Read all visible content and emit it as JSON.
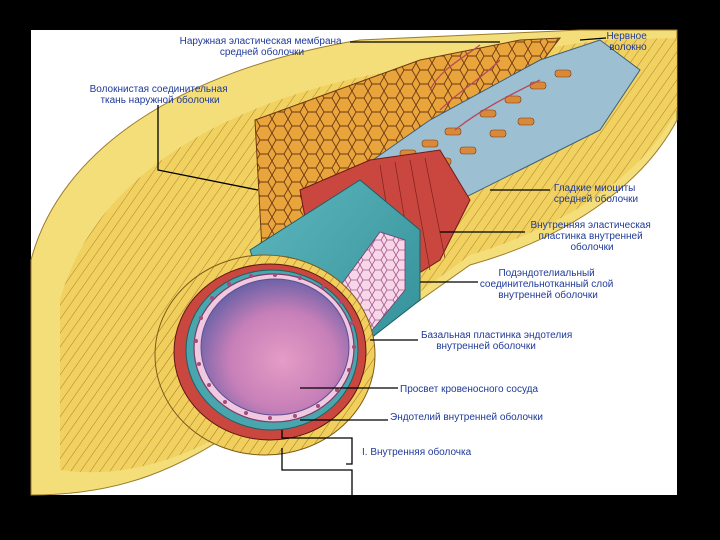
{
  "labels": {
    "outer_elastic_membrane": [
      "Наружная эластическая мембрана",
      "средней оболочки"
    ],
    "nerve_fiber": [
      "Нервное",
      "волокно"
    ],
    "fibrous_connective": [
      "Волокнистая соединительная",
      "ткань наружной оболочки"
    ],
    "smooth_myocytes": [
      "Гладкие миоциты",
      "средней оболочки"
    ],
    "internal_elastic_lamina": [
      "Внутренняя эластическая",
      "пластинка внутренней",
      "оболочки"
    ],
    "subendothelial_layer": [
      "Подэндотелиальный",
      "соединительнотканный слой",
      "внутренней оболочки"
    ],
    "basal_lamina": [
      "Базальная пластинка эндотелия",
      "внутренней оболочки"
    ],
    "vessel_lumen": "Просвет кровеносного сосуда",
    "endothelium": "Эндотелий внутренней оболочки",
    "tunica_intima": "I. Внутренняя оболочка"
  },
  "colors": {
    "background": "#000000",
    "panel": "#ffffff",
    "label_text": "#1f3a9a",
    "intima_label": "#b8262e",
    "adventitia": "#f2dc72",
    "media_orange": "#e8a23a",
    "elastic_blue": "#8fb3c8",
    "lumen_pink": "#c77fb8",
    "lumen_purple": "#7d6fb0",
    "teal": "#3f9fa6",
    "red_layer": "#c9473f"
  }
}
